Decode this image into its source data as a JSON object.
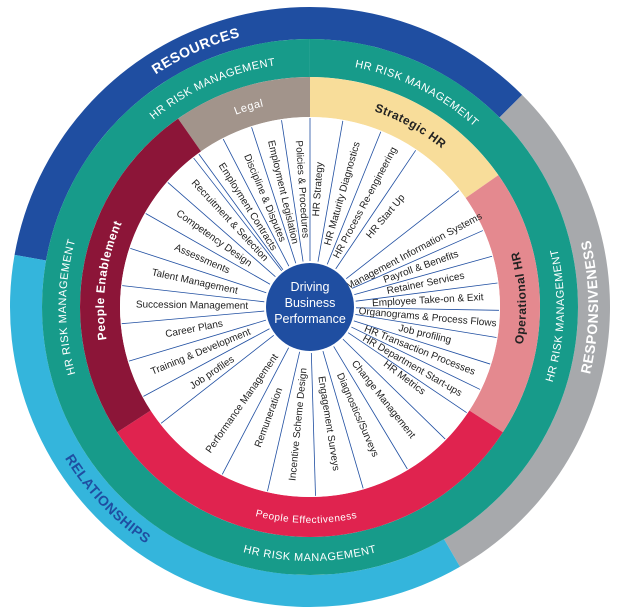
{
  "center": {
    "lines": [
      "Driving",
      "Business",
      "Performance"
    ]
  },
  "outer_labels": {
    "resources": "RESOURCES",
    "responsiveness": "RESPONSIVENESS",
    "relationships": "RELATIONSHIPS"
  },
  "risk_label": "HR RISK MANAGEMENT",
  "sectors": {
    "legal": "Legal",
    "strategic": "Strategic HR",
    "operational": "Operational HR",
    "effectiveness": "People Effectiveness",
    "enablement": "People Enablement"
  },
  "spokes": {
    "legal": [
      "Employment Contracts",
      "Discipline & Disputes",
      "Employment Legislation",
      "Policies & Procedures"
    ],
    "strategic": [
      "HR Strategy",
      "HR Maturity Diagnostics",
      "HR Process Re-engineering",
      "HR Start Up"
    ],
    "operational": [
      "Management Information Systems",
      "Payroll & Benefits",
      "Retainer Services",
      "Employee Take-on & Exit",
      "Organograms & Process Flows",
      "Job profiling",
      "HR Transaction Processes",
      "HR Department Start-ups"
    ],
    "effectiveness": [
      "HR Metrics",
      "Change Management",
      "Diagnostics/Surveys",
      "Engagement Surveys",
      "Incentive Scheme Design",
      "Remuneration",
      "Performance Management"
    ],
    "enablement": [
      "Job profiles",
      "Training & Development",
      "Career Plans",
      "Succession Management",
      "Talent Management",
      "Assessments",
      "Competency Design",
      "Recruitment & Selection"
    ]
  },
  "colors": {
    "resources": "#1f4ea1",
    "responsiveness": "#a7a9ac",
    "relationships": "#34b5dc",
    "risk_ring": "#179b8a",
    "legal": "#a2948b",
    "strategic": "#f8dd9a",
    "operational": "#e4898f",
    "effectiveness": "#e0234f",
    "enablement": "#8c1538",
    "center": "#1f4ea1",
    "spoke_line": "#1f4ea1",
    "text_dark": "#222222",
    "text_light": "#ffffff"
  }
}
